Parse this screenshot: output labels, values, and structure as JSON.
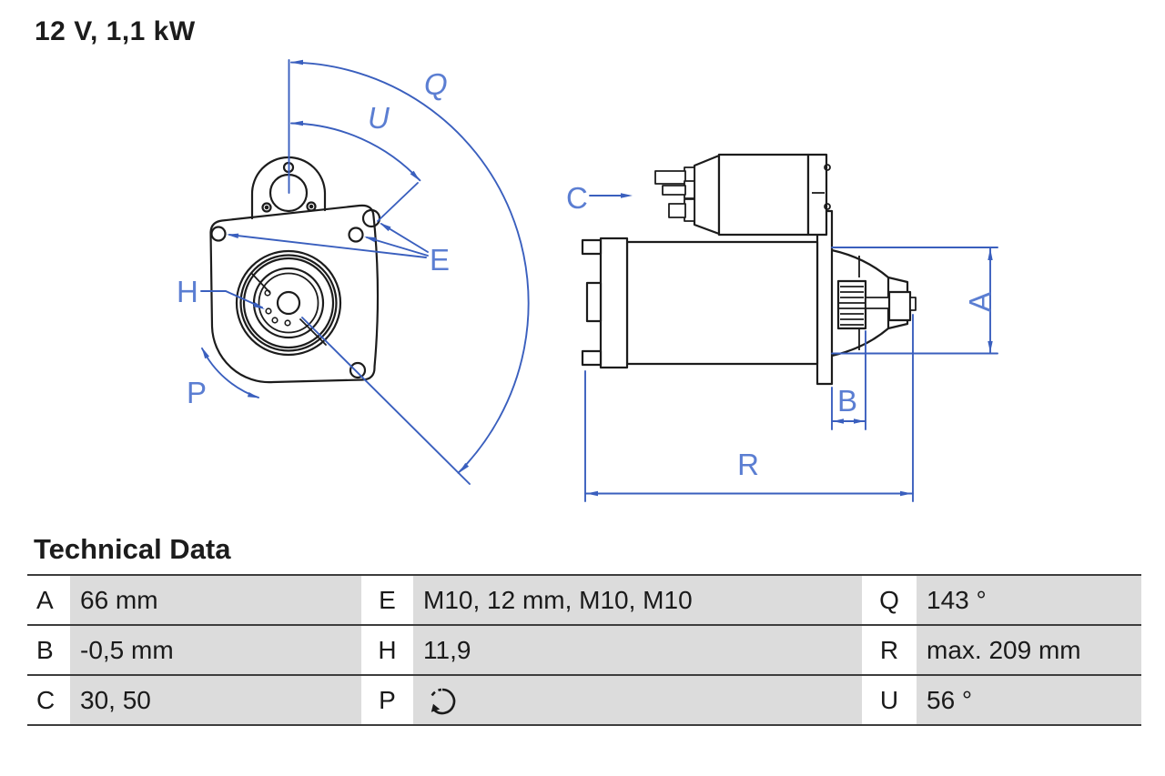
{
  "header": {
    "title": "12 V, 1,1 kW"
  },
  "drawing": {
    "front_view_labels": {
      "q": "Q",
      "u": "U",
      "e": "E",
      "h": "H",
      "p": "P"
    },
    "side_view_labels": {
      "c": "C",
      "a": "A",
      "b": "B",
      "r": "R"
    },
    "colors": {
      "outline": "#1c1c1c",
      "dimension": "#3a5fbe",
      "label": "#5b7ed2"
    }
  },
  "technical_data": {
    "title": "Technical Data",
    "cells": {
      "a": {
        "key": "A",
        "value": "66 mm"
      },
      "e": {
        "key": "E",
        "value": "M10, 12 mm, M10, M10"
      },
      "q": {
        "key": "Q",
        "value": "143 °"
      },
      "b": {
        "key": "B",
        "value": "-0,5 mm"
      },
      "h": {
        "key": "H",
        "value": "11,9"
      },
      "r": {
        "key": "R",
        "value": "max. 209 mm"
      },
      "c": {
        "key": "C",
        "value": "30, 50"
      },
      "p": {
        "key": "P",
        "value": "",
        "icon": "rotation-direction-icon"
      },
      "u": {
        "key": "U",
        "value": "56 °"
      }
    }
  }
}
